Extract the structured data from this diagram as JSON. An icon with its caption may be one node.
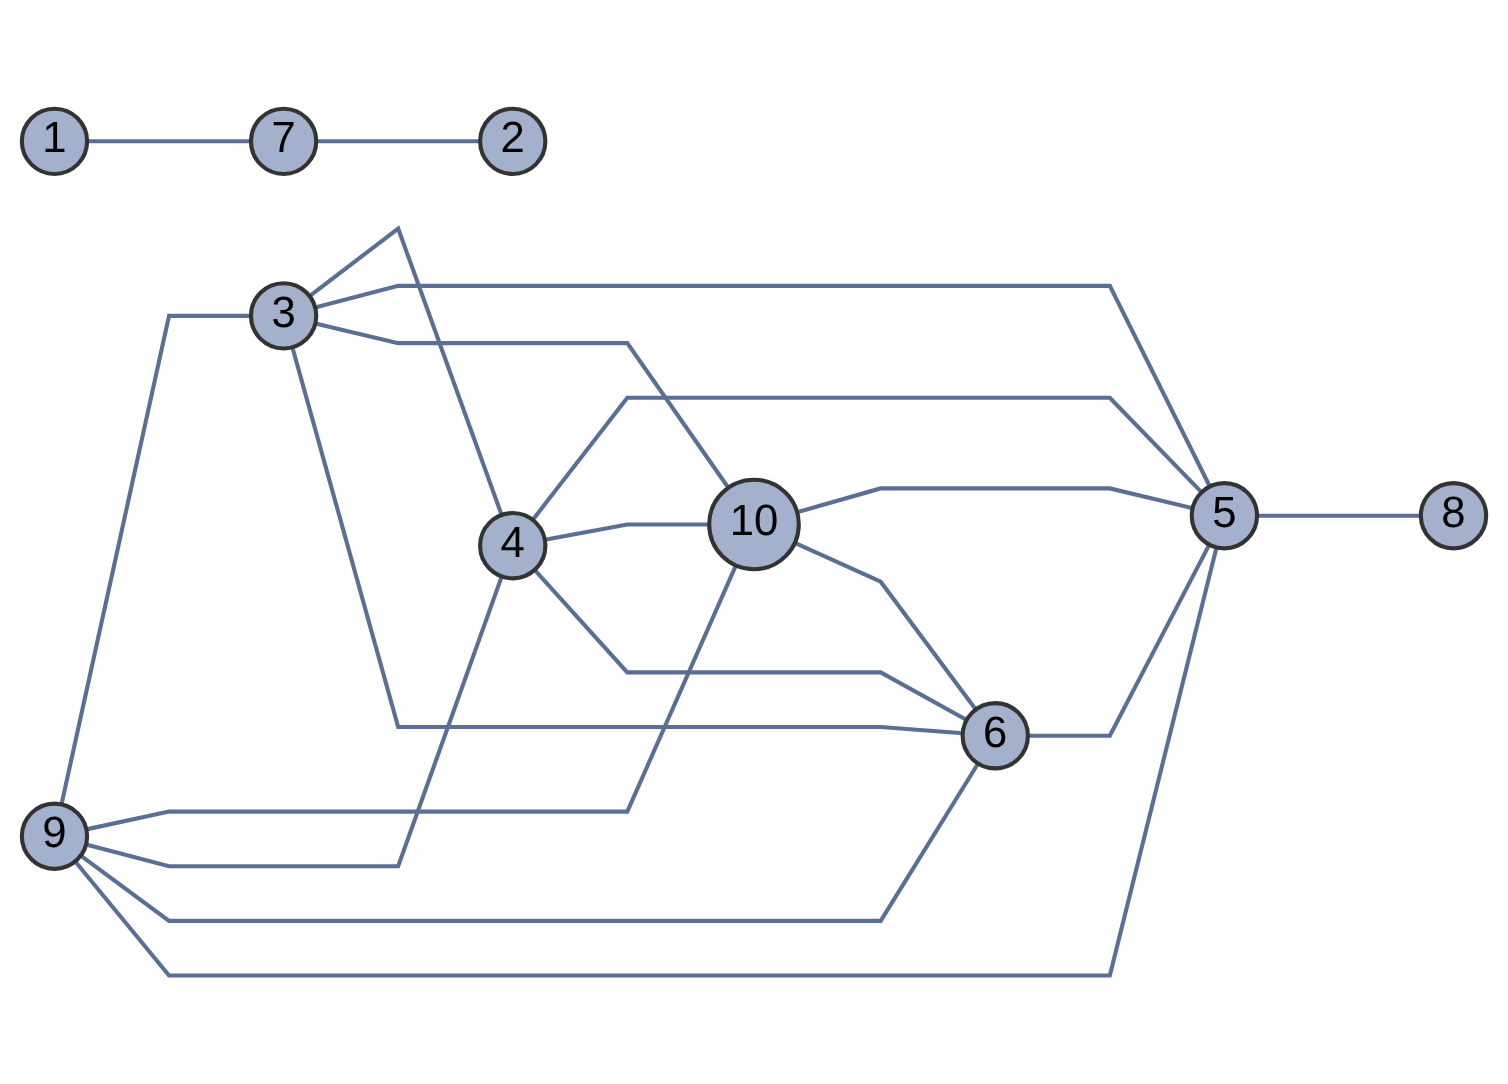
{
  "diagram": {
    "nodes": [
      {
        "text": [
          "9"
        ]
      },
      {
        "text": [
          "3"
        ]
      },
      {
        "text": [
          "4"
        ]
      },
      {
        "text": [
          "5"
        ]
      },
      {
        "text": [
          "8"
        ]
      },
      {
        "text": [
          "10"
        ]
      },
      {
        "text": [
          "6"
        ]
      },
      {
        "text": [
          "1"
        ]
      },
      {
        "text": [
          "7"
        ]
      },
      {
        "text": [
          "2"
        ]
      }
    ],
    "edges": [
      {
        "from": 0,
        "to": 1,
        "arrow": "none"
      },
      {
        "from": 0,
        "to": 5,
        "arrow": "none"
      },
      {
        "from": 0,
        "to": 2,
        "arrow": "none"
      },
      {
        "from": 0,
        "to": 6,
        "arrow": "none"
      },
      {
        "from": 0,
        "to": 3,
        "arrow": "none"
      },
      {
        "from": 1,
        "to": 2,
        "arrow": "none"
      },
      {
        "from": 1,
        "to": 3,
        "arrow": "none"
      },
      {
        "from": 1,
        "to": 5,
        "arrow": "none"
      },
      {
        "from": 1,
        "to": 6,
        "arrow": "none"
      },
      {
        "from": 2,
        "to": 3,
        "arrow": "none"
      },
      {
        "from": 2,
        "to": 5,
        "arrow": "none"
      },
      {
        "from": 2,
        "to": 6,
        "arrow": "none"
      },
      {
        "from": 5,
        "to": 3,
        "arrow": "none"
      },
      {
        "from": 5,
        "to": 6,
        "arrow": "none"
      },
      {
        "from": 6,
        "to": 3,
        "arrow": "none"
      },
      {
        "from": 3,
        "to": 4,
        "arrow": "none"
      },
      {
        "from": 7,
        "to": 8,
        "arrow": "none"
      },
      {
        "from": 8,
        "to": 9,
        "arrow": "none"
      }
    ]
  }
}
